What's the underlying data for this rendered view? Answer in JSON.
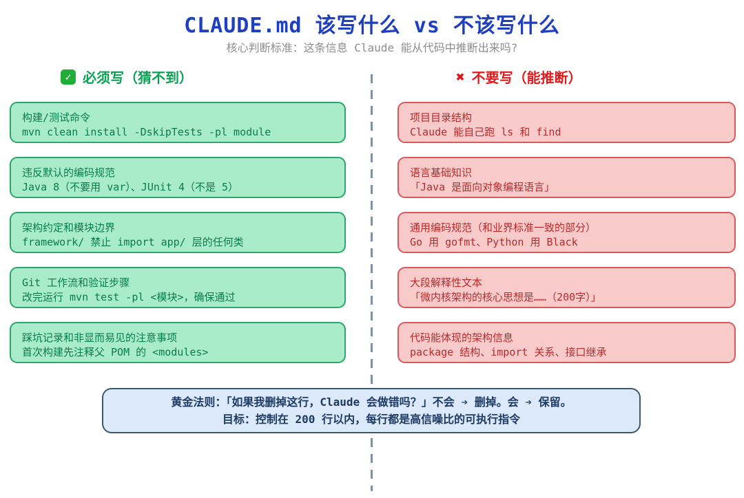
{
  "title": "CLAUDE.md 该写什么 vs 不该写什么",
  "subtitle": "核心判断标准：这条信息 Claude 能从代码中推断出来吗?",
  "left_column": {
    "header": "必须写（猜不到）",
    "icon": "check-icon",
    "icon_glyph": "✓",
    "cards": [
      {
        "heading": "构建/测试命令",
        "detail": "mvn clean install -DskipTests -pl module"
      },
      {
        "heading": "违反默认的编码规范",
        "detail": "Java 8（不要用 var）、JUnit 4（不是 5）"
      },
      {
        "heading": "架构约定和模块边界",
        "detail": "framework/ 禁止 import app/ 层的任何类"
      },
      {
        "heading": "Git 工作流和验证步骤",
        "detail": "改完运行 mvn test -pl <模块>，确保通过"
      },
      {
        "heading": "踩坑记录和非显而易见的注意事项",
        "detail": "首次构建先注释父 POM 的 <modules>"
      }
    ]
  },
  "right_column": {
    "header": "不要写（能推断）",
    "icon": "cross-icon",
    "icon_glyph": "✖",
    "cards": [
      {
        "heading": "项目目录结构",
        "detail": "Claude 能自己跑 ls 和 find"
      },
      {
        "heading": "语言基础知识",
        "detail": "「Java 是面向对象编程语言」"
      },
      {
        "heading": "通用编码规范（和业界标准一致的部分）",
        "detail": "Go 用 gofmt、Python 用 Black"
      },
      {
        "heading": "大段解释性文本",
        "detail": "「微内核架构的核心思想是……（200字）」"
      },
      {
        "heading": "代码能体现的架构信息",
        "detail": "package 结构、import 关系、接口继承"
      }
    ]
  },
  "golden_rule": {
    "line1": "黄金法则：「如果我删掉这行，Claude 会做错吗？」不会 ➔ 删掉。会 ➔ 保留。",
    "line2": "目标：控制在 200 行以内，每行都是高信噪比的可执行指令"
  },
  "colors": {
    "title_blue": "#1d3fc0",
    "subtitle_gray": "#8d8d8d",
    "green_header": "#0ca155",
    "green_fill": "#a8ecca",
    "green_border": "#2ba568",
    "green_text": "#0a7b4e",
    "red_header": "#e11b1b",
    "red_fill": "#f9caca",
    "red_border": "#d95858",
    "red_text": "#b52c2c",
    "rule_fill": "#dce9fb",
    "rule_border": "#3c5770",
    "rule_text": "#1d3a63",
    "divider_gray": "#7e90a6"
  }
}
